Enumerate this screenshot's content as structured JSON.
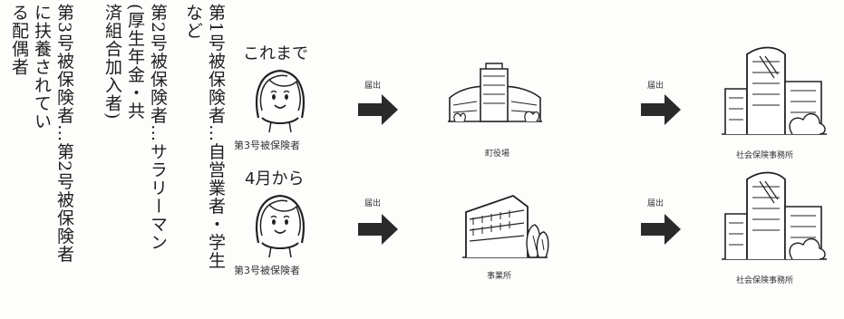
{
  "categories": {
    "first": [
      "第1号被保険者…自営業者・学生",
      "など"
    ],
    "second": [
      "第2号被保険者…サラリーマン",
      "(厚生年金・共",
      "済組合加入者)"
    ],
    "third": [
      "第3号被保険者…第2号被保険者",
      "に扶養されてい",
      "る配偶者"
    ]
  },
  "rows": [
    {
      "period": "これまで",
      "person_label": "第3号被保険者",
      "arrow1_label": "届出",
      "office_label": "町役場",
      "arrow2_label": "届出",
      "destination_label": "社会保険事務所"
    },
    {
      "period": "4月から",
      "person_label": "第3号被保険者",
      "arrow1_label": "届出",
      "office_label": "事業所",
      "arrow2_label": "届出",
      "destination_label": "社会保険事務所"
    }
  ],
  "colors": {
    "ink": "#222222",
    "arrow": "#2a2a2a",
    "paper": "#fdfdfb"
  },
  "icons": [
    "person-face-icon",
    "arrow-right-icon",
    "town-hall-icon",
    "office-icon",
    "social-insurance-office-icon"
  ]
}
